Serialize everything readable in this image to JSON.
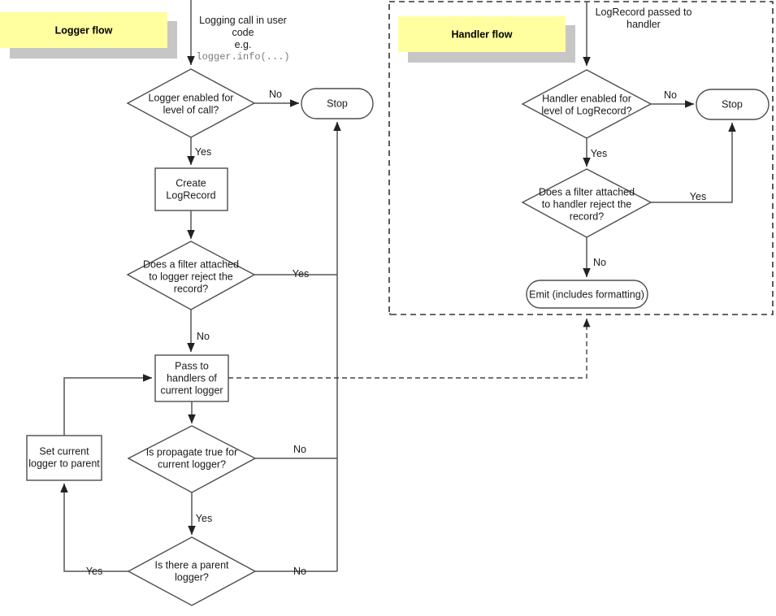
{
  "title": "Python logging flow diagram",
  "colors": {
    "banner_fill": "#ffffa0",
    "banner_shadow": "#c6c6c6",
    "stroke": "#4d4d4d",
    "connector": "#555555",
    "group_border": "#333333",
    "mono_text": "#787878",
    "background": "#ffffff"
  },
  "groups": [
    {
      "id": "logger-group",
      "banner_label": "Logger flow",
      "dashed_border": false
    },
    {
      "id": "handler-group",
      "banner_label": "Handler flow",
      "dashed_border": true
    }
  ],
  "logger_flow": {
    "banner": "Logger flow",
    "entry_annotation_lines": [
      "Logging call in user",
      "code",
      "e.g."
    ],
    "entry_annotation_mono": "logger.info(...)",
    "nodes": [
      {
        "id": "logger-enabled",
        "type": "decision",
        "lines": [
          "Logger enabled for",
          "level of call?"
        ]
      },
      {
        "id": "stop-logger",
        "type": "terminator",
        "lines": [
          "Stop"
        ]
      },
      {
        "id": "create-logrecord",
        "type": "process",
        "lines": [
          "Create",
          "LogRecord"
        ]
      },
      {
        "id": "logger-filter",
        "type": "decision",
        "lines": [
          "Does a filter attached",
          "to logger reject the",
          "record?"
        ]
      },
      {
        "id": "pass-to-handlers",
        "type": "process",
        "lines": [
          "Pass to",
          "handlers of",
          "current logger"
        ]
      },
      {
        "id": "is-propagate",
        "type": "decision",
        "lines": [
          "Is propagate true for",
          "current logger?"
        ]
      },
      {
        "id": "set-parent",
        "type": "process",
        "lines": [
          "Set current",
          "logger to parent"
        ]
      },
      {
        "id": "has-parent",
        "type": "decision",
        "lines": [
          "Is there a parent",
          "logger?"
        ]
      }
    ],
    "edge_labels": {
      "logger_enabled_no": "No",
      "logger_enabled_yes": "Yes",
      "logger_filter_yes": "Yes",
      "logger_filter_no": "No",
      "propagate_no": "No",
      "propagate_yes": "Yes",
      "has_parent_yes": "Yes",
      "has_parent_no": "No"
    }
  },
  "handler_flow": {
    "banner": "Handler flow",
    "entry_annotation_lines": [
      "LogRecord passed to",
      "handler"
    ],
    "nodes": [
      {
        "id": "handler-enabled",
        "type": "decision",
        "lines": [
          "Handler enabled for",
          "level of LogRecord?"
        ]
      },
      {
        "id": "stop-handler",
        "type": "terminator",
        "lines": [
          "Stop"
        ]
      },
      {
        "id": "handler-filter",
        "type": "decision",
        "lines": [
          "Does a filter attached",
          "to handler reject the",
          "record?"
        ]
      },
      {
        "id": "emit",
        "type": "terminator",
        "lines": [
          "Emit (includes formatting)"
        ]
      }
    ],
    "edge_labels": {
      "handler_enabled_no": "No",
      "handler_enabled_yes": "Yes",
      "handler_filter_yes": "Yes",
      "handler_filter_no": "No"
    }
  }
}
